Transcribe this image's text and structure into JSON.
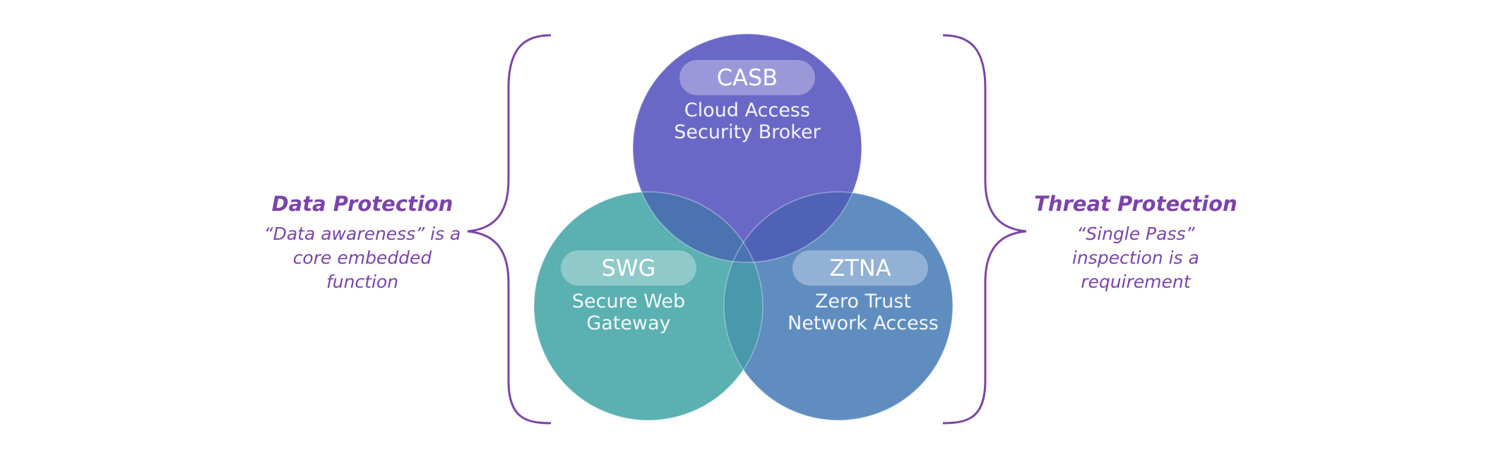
{
  "colors": {
    "accent": "#7b44a8",
    "casb": "#6a68c6",
    "swg": "#5bb0b1",
    "ztna": "#5f8dc0",
    "casb_swg_overlap": "#4a73b0",
    "casb_ztna_overlap": "#4f62b6",
    "swg_ztna_overlap": "#4a98ac",
    "center_overlap": "#4a73b2"
  },
  "left": {
    "title": "Data Protection",
    "lines": [
      "“Data awareness” is a",
      "core embedded",
      "function"
    ]
  },
  "right": {
    "title": "Threat Protection",
    "lines": [
      "“Single Pass”",
      "inspection is a",
      "requirement"
    ]
  },
  "circles": {
    "casb": {
      "label": "CASB",
      "sub": [
        "Cloud Access",
        "Security Broker"
      ]
    },
    "swg": {
      "label": "SWG",
      "sub": [
        "Secure Web",
        "Gateway"
      ]
    },
    "ztna": {
      "label": "ZTNA",
      "sub": [
        "Zero Trust",
        "Network Access"
      ]
    }
  }
}
